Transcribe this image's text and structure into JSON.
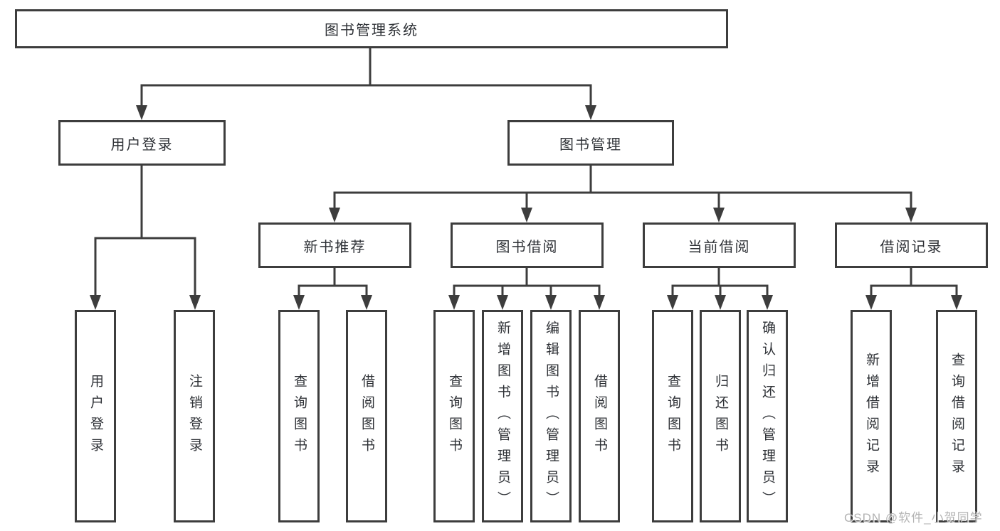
{
  "root": {
    "label": "图书管理系统"
  },
  "login": {
    "label": "用户登录",
    "leaves": [
      {
        "label": "用户登录"
      },
      {
        "label": "注销登录"
      }
    ]
  },
  "management": {
    "label": "图书管理",
    "modules": [
      {
        "label": "新书推荐",
        "leaves": [
          {
            "label": "查询图书"
          },
          {
            "label": "借阅图书"
          }
        ]
      },
      {
        "label": "图书借阅",
        "leaves": [
          {
            "label": "查询图书"
          },
          {
            "label": "新增图书（管理员）"
          },
          {
            "label": "编辑图书（管理员）"
          },
          {
            "label": "借阅图书"
          }
        ]
      },
      {
        "label": "当前借阅",
        "leaves": [
          {
            "label": "查询图书"
          },
          {
            "label": "归还图书"
          },
          {
            "label": "确认归还（管理员）"
          }
        ]
      },
      {
        "label": "借阅记录",
        "leaves": [
          {
            "label": "新增借阅记录"
          },
          {
            "label": "查询借阅记录"
          }
        ]
      }
    ]
  },
  "watermark": {
    "text": "CSDN @软件_小贺同学"
  },
  "colors": {
    "line": "#3d3d3d",
    "border": "#3d3d3d",
    "text": "#2e3136",
    "background": "#ffffff",
    "watermark": "#acacac"
  }
}
